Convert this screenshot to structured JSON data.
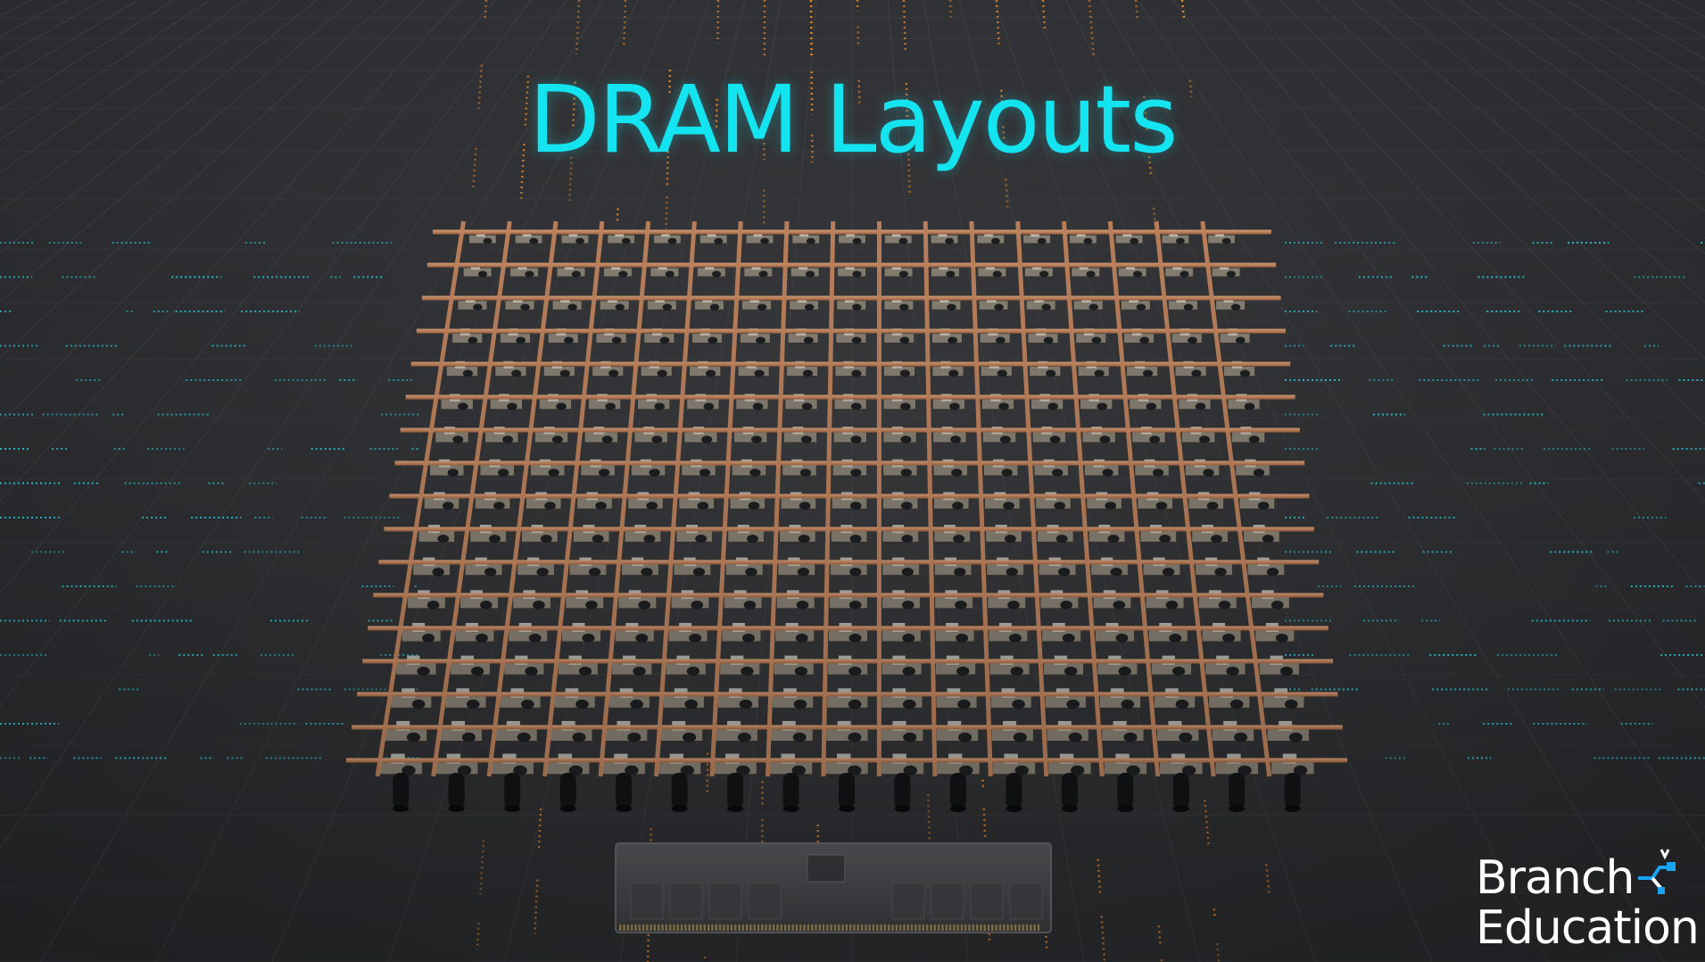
{
  "title": "DRAM Layouts",
  "logo": {
    "line1": "Branch",
    "line2": "Education"
  },
  "colors": {
    "background": "#313235",
    "title": "#14e3f0",
    "copper_line": "#c98a62",
    "cell_body": "#8c8478",
    "capacitor": "#121416",
    "data_stream_cyan": "#2ad6ea",
    "data_stream_orange": "#f08a2a",
    "logo_accent": "#1aa3f0"
  }
}
